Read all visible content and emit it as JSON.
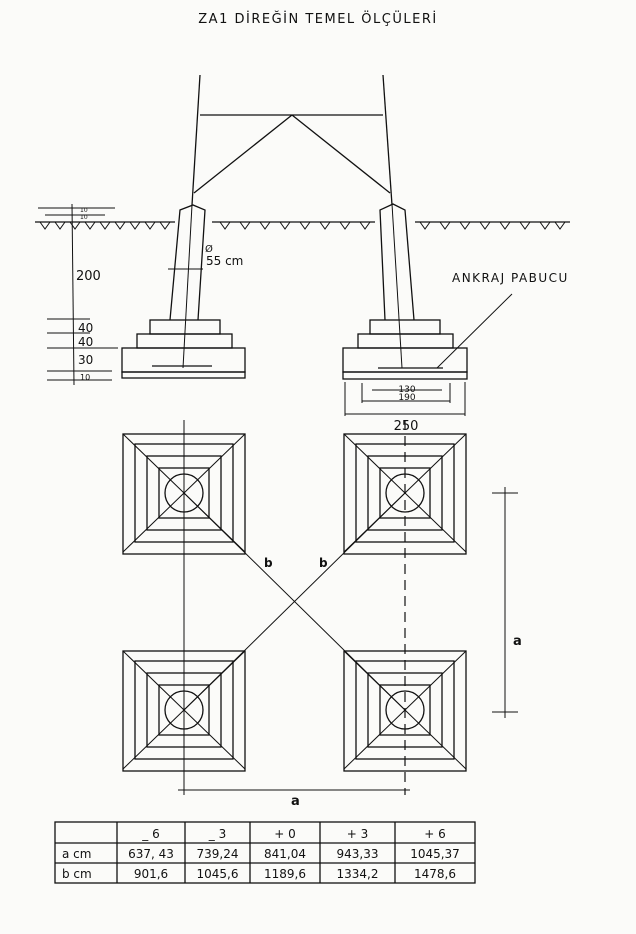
{
  "title": "ZA1 DİREĞİN TEMEL ÖLÇÜLERİ",
  "elevation": {
    "dims_left": [
      "10",
      "10",
      "200",
      "40",
      "40",
      "30",
      "10"
    ],
    "diameter_label": "Ø",
    "diameter_value": "55 cm",
    "anchor_label": "ANKRAJ PABUCU",
    "dim_130": "130",
    "dim_190": "190",
    "dim_250": "250"
  },
  "plan": {
    "diag_label_1": "b",
    "diag_label_2": "b",
    "dim_a_bottom": "a",
    "dim_a_right": "a"
  },
  "table": {
    "headers": [
      "",
      "_ 6",
      "_ 3",
      "+ 0",
      "+ 3",
      "+ 6"
    ],
    "rows": [
      [
        "a cm",
        "637, 43",
        "739,24",
        "841,04",
        "943,33",
        "1045,37"
      ],
      [
        "b cm",
        "901,6",
        "1045,6",
        "1189,6",
        "1334,2",
        "1478,6"
      ]
    ]
  }
}
